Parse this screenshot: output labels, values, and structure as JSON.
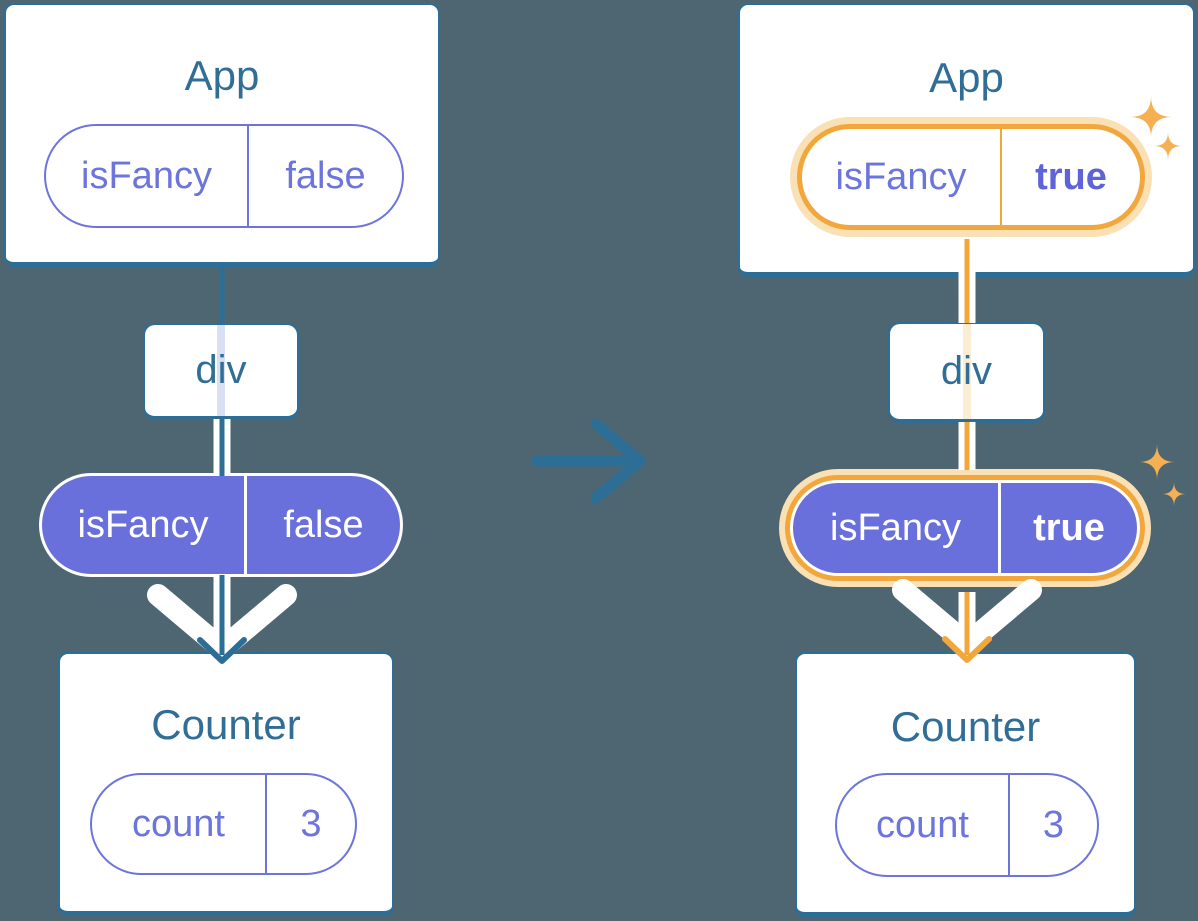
{
  "colors": {
    "background": "#4D6671",
    "steel_blue": "#2D6E96",
    "title_blue": "#316E96",
    "purple_fill": "#6A70DB",
    "purple_outline": "#6B75DB",
    "highlight_orange": "#F2A73D",
    "highlight_peach": "#FAE0B5",
    "sparkle_orange": "#F5B054",
    "faded_pipe_blue": "#D9E0F6",
    "faded_pipe_orange": "#FBECD4"
  },
  "left_tree": {
    "app_card": {
      "title": "App",
      "prop_pill": {
        "key": "isFancy",
        "value": "false"
      }
    },
    "div_node": {
      "label": "div"
    },
    "passed_prop_pill": {
      "key": "isFancy",
      "value": "false"
    },
    "counter_card": {
      "title": "Counter",
      "state_pill": {
        "key": "count",
        "value": "3"
      }
    }
  },
  "right_tree": {
    "app_card": {
      "title": "App",
      "prop_pill": {
        "key": "isFancy",
        "value": "true"
      }
    },
    "div_node": {
      "label": "div"
    },
    "passed_prop_pill": {
      "key": "isFancy",
      "value": "true"
    },
    "counter_card": {
      "title": "Counter",
      "state_pill": {
        "key": "count",
        "value": "3"
      }
    }
  }
}
